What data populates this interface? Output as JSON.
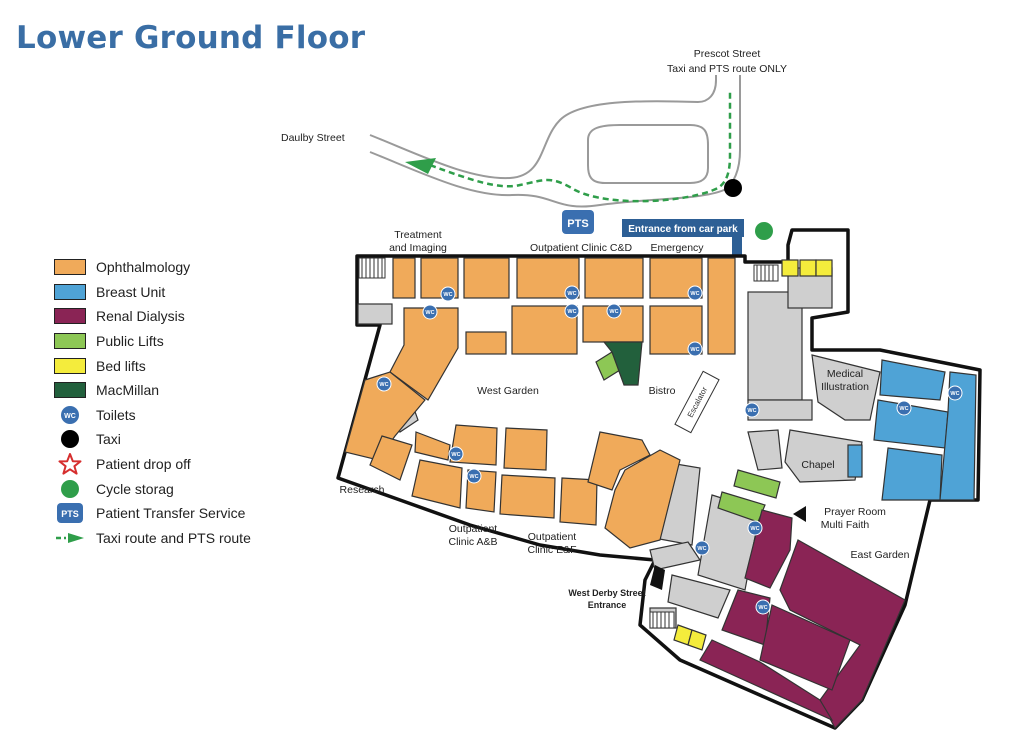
{
  "title": "Lower Ground Floor",
  "colors": {
    "ophthalmology": "#f0aa5a",
    "breast_unit": "#4fa3d6",
    "renal_dialysis": "#8a2455",
    "public_lifts": "#8dc755",
    "bed_lifts": "#f4ec3c",
    "macmillan": "#22603c",
    "toilet": "#3a6fb0",
    "taxi": "#000000",
    "drop_off": "#d62e2e",
    "cycle": "#2f9e4a",
    "pts": "#3a6fb0",
    "route": "#2f9e4a",
    "grey": "#cfcfcf"
  },
  "legend": [
    {
      "key": "ophthalmology",
      "label": "Ophthalmology",
      "icon": "swatch"
    },
    {
      "key": "breast_unit",
      "label": "Breast Unit",
      "icon": "swatch"
    },
    {
      "key": "renal_dialysis",
      "label": "Renal Dialysis",
      "icon": "swatch"
    },
    {
      "key": "public_lifts",
      "label": "Public Lifts",
      "icon": "swatch"
    },
    {
      "key": "bed_lifts",
      "label": "Bed lifts",
      "icon": "swatch"
    },
    {
      "key": "macmillan",
      "label": "MacMillan",
      "icon": "swatch"
    },
    {
      "key": "toilet",
      "label": "Toilets",
      "icon": "wc-icon"
    },
    {
      "key": "taxi",
      "label": "Taxi",
      "icon": "taxi-icon"
    },
    {
      "key": "drop_off",
      "label": "Patient drop off",
      "icon": "star-icon"
    },
    {
      "key": "cycle",
      "label": "Cycle storag",
      "icon": "cycle-icon"
    },
    {
      "key": "pts",
      "label": "Patient Transfer Service",
      "icon": "pts-icon"
    },
    {
      "key": "route",
      "label": "Taxi route and PTS route",
      "icon": "route-arrow-icon"
    }
  ],
  "icon_text": {
    "wc": "WC",
    "pts": "PTS"
  },
  "labels": {
    "prescot_1": "Prescot Street",
    "prescot_2": "Taxi and PTS route ONLY",
    "daulby": "Daulby Street",
    "entrance_car_park": "Entrance from car park",
    "treatment_1": "Treatment",
    "treatment_2": "and Imaging",
    "outpatient_cd": "Outpatient Clinic C&D",
    "emergency": "Emergency",
    "west_garden": "West Garden",
    "bistro": "Bistro",
    "escalator": "Escalator",
    "medical_1": "Medical",
    "medical_2": "Illustration",
    "chapel": "Chapel",
    "prayer_1": "Prayer Room",
    "prayer_2": "Multi Faith",
    "east_garden": "East Garden",
    "research": "Research",
    "outpatient_ab_1": "Outpatient",
    "outpatient_ab_2": "Clinic A&B",
    "outpatient_ef_1": "Outpatient",
    "outpatient_ef_2": "Clinic E&F",
    "west_derby_1": "West Derby Street",
    "west_derby_2": "Entrance"
  }
}
